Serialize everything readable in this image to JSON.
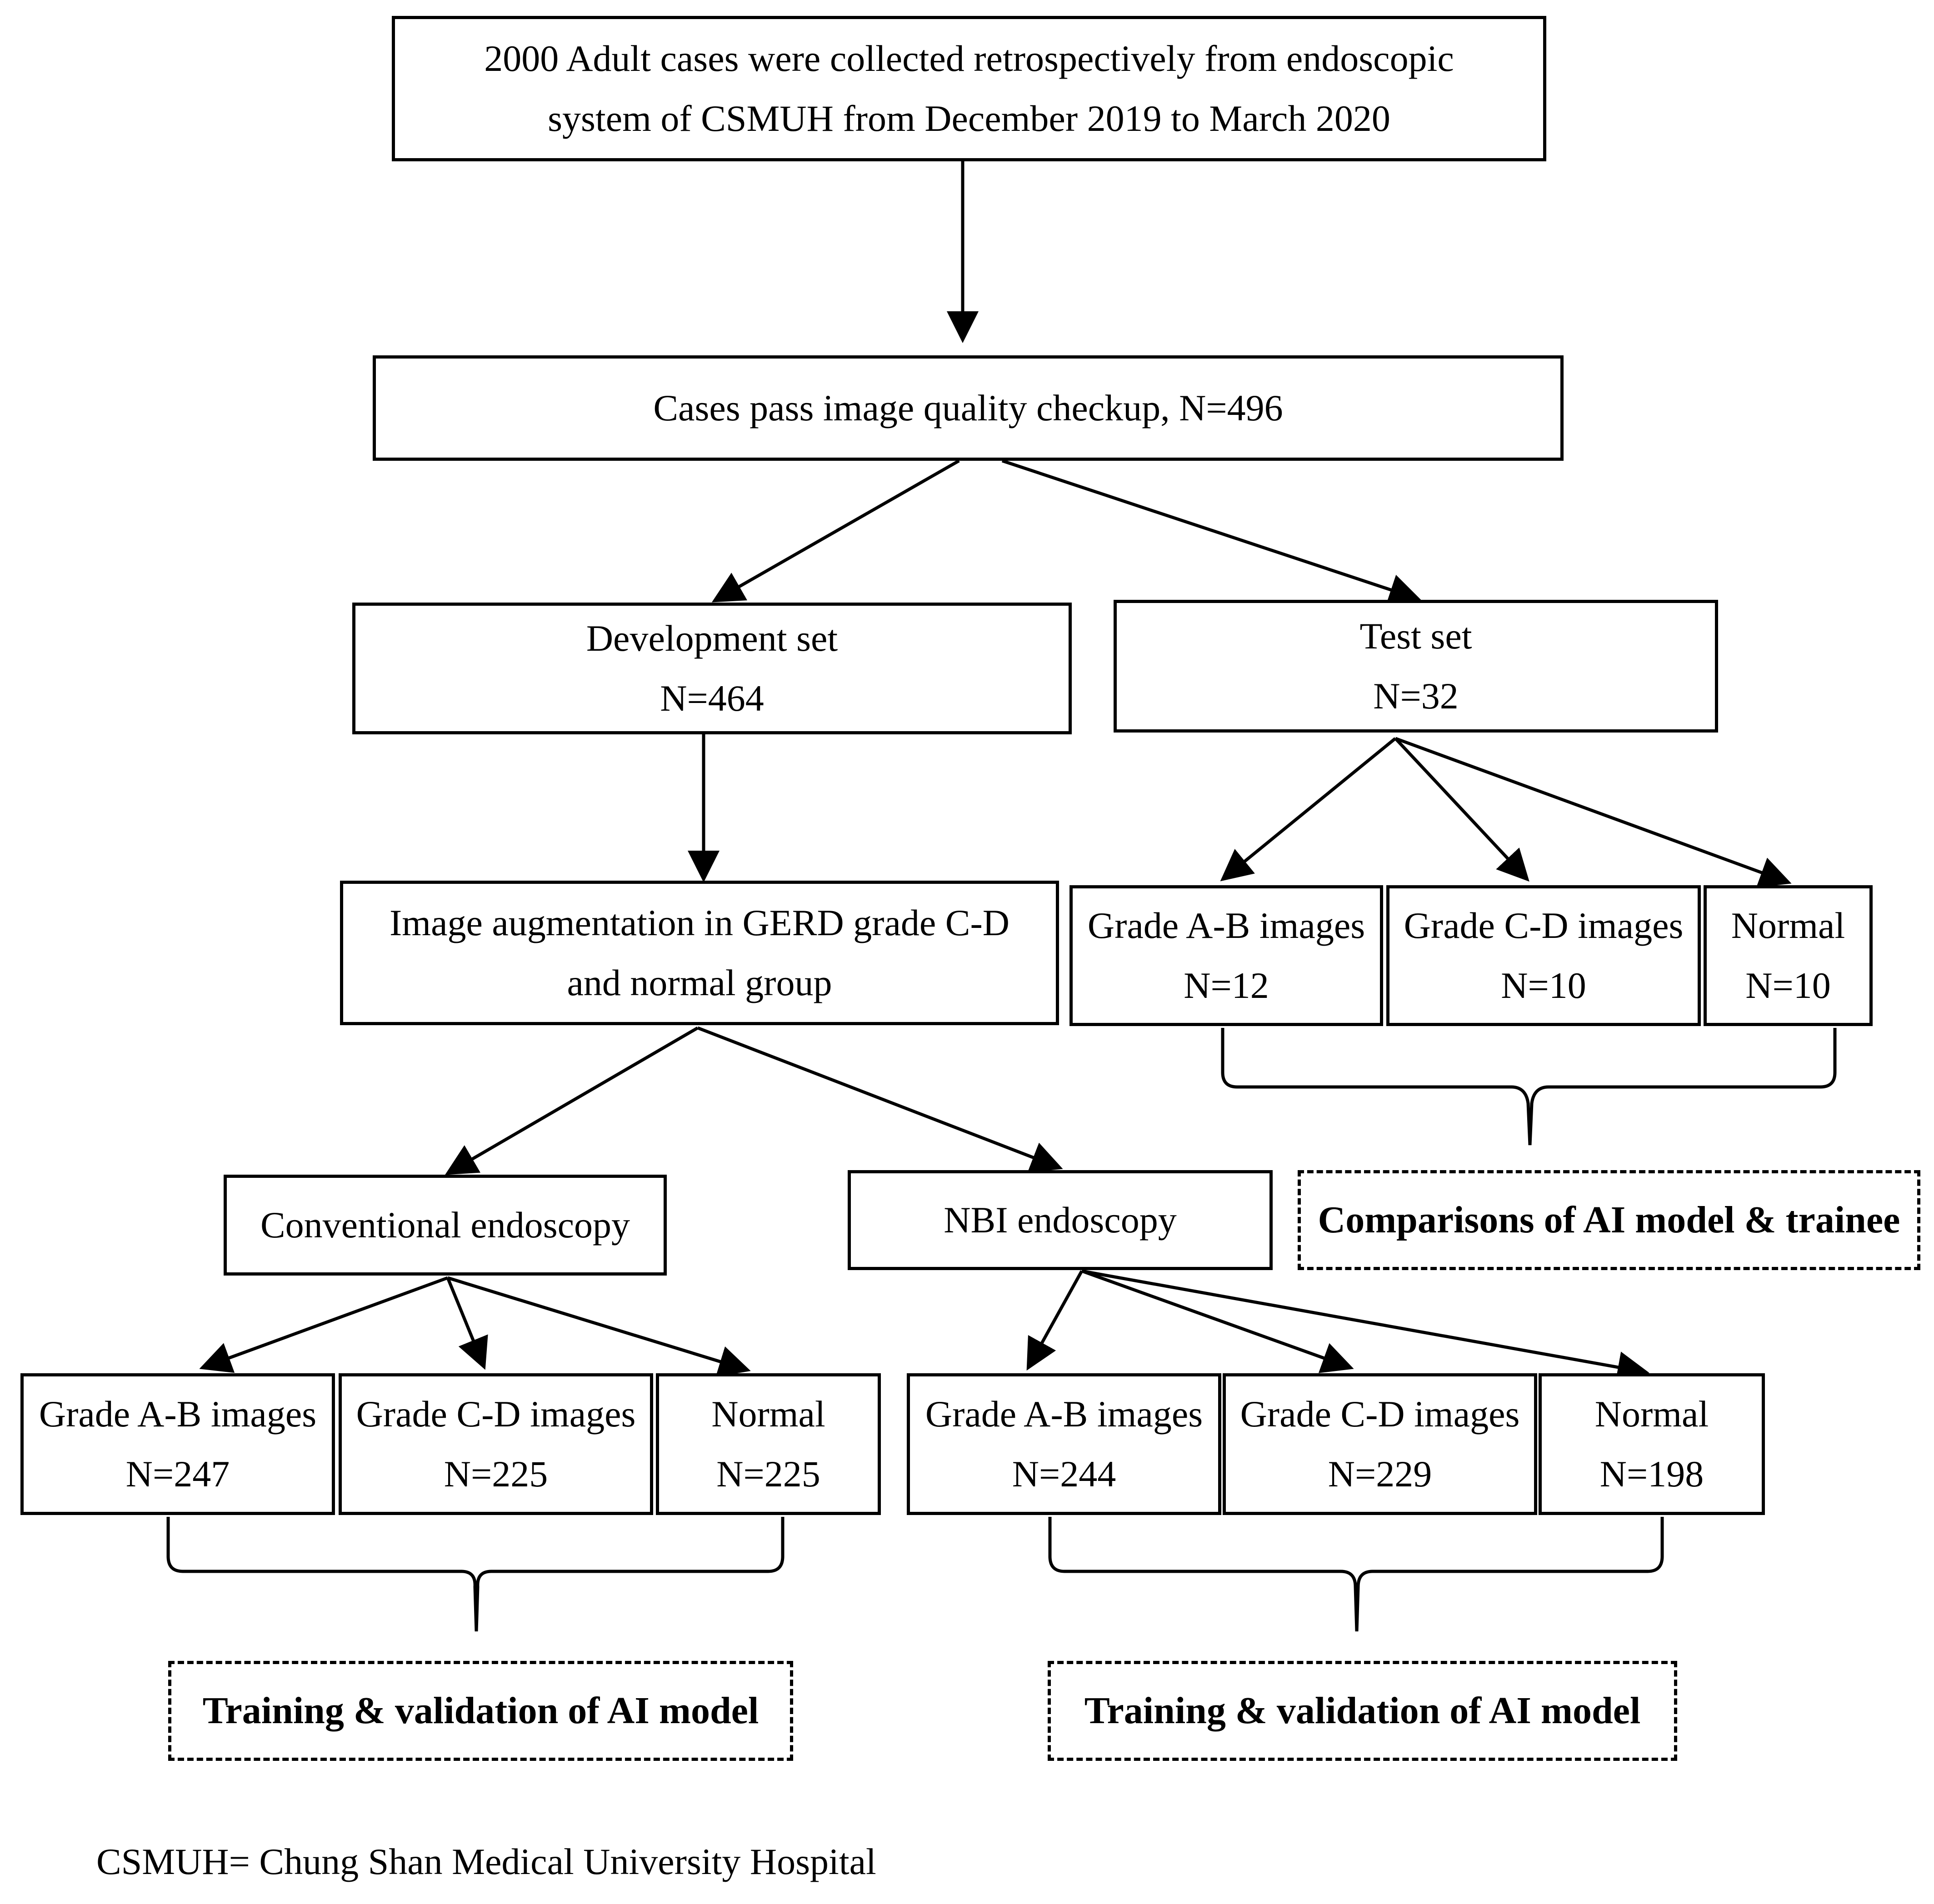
{
  "top_box": {
    "line1": "2000 Adult cases were collected retrospectively from endoscopic",
    "line2": "system of CSMUH from December 2019 to March 2020"
  },
  "quality_box": {
    "label": "Cases pass image quality checkup, N=496"
  },
  "development_set": {
    "title": "Development set",
    "count": "N=464"
  },
  "test_set": {
    "title": "Test set",
    "count": "N=32"
  },
  "augmentation": {
    "line1": "Image augmentation in GERD grade C-D",
    "line2": "and normal group"
  },
  "test_groups": [
    {
      "title": "Grade A-B images",
      "count": "N=12"
    },
    {
      "title": "Grade C-D images",
      "count": "N=10"
    },
    {
      "title": "Normal",
      "count": "N=10"
    }
  ],
  "conventional": {
    "label": "Conventional endoscopy"
  },
  "nbi": {
    "label": "NBI endoscopy"
  },
  "comparison": {
    "label": "Comparisons of AI model & trainee"
  },
  "conventional_groups": [
    {
      "title": "Grade A-B images",
      "count": "N=247"
    },
    {
      "title": "Grade C-D images",
      "count": "N=225"
    },
    {
      "title": "Normal",
      "count": "N=225"
    }
  ],
  "nbi_groups": [
    {
      "title": "Grade A-B images",
      "count": "N=244"
    },
    {
      "title": "Grade C-D images",
      "count": "N=229"
    },
    {
      "title": "Normal",
      "count": "N=198"
    }
  ],
  "training_left": {
    "label": "Training & validation of AI model"
  },
  "training_right": {
    "label": "Training & validation of AI model"
  },
  "footnote": "CSMUH= Chung Shan Medical University Hospital"
}
